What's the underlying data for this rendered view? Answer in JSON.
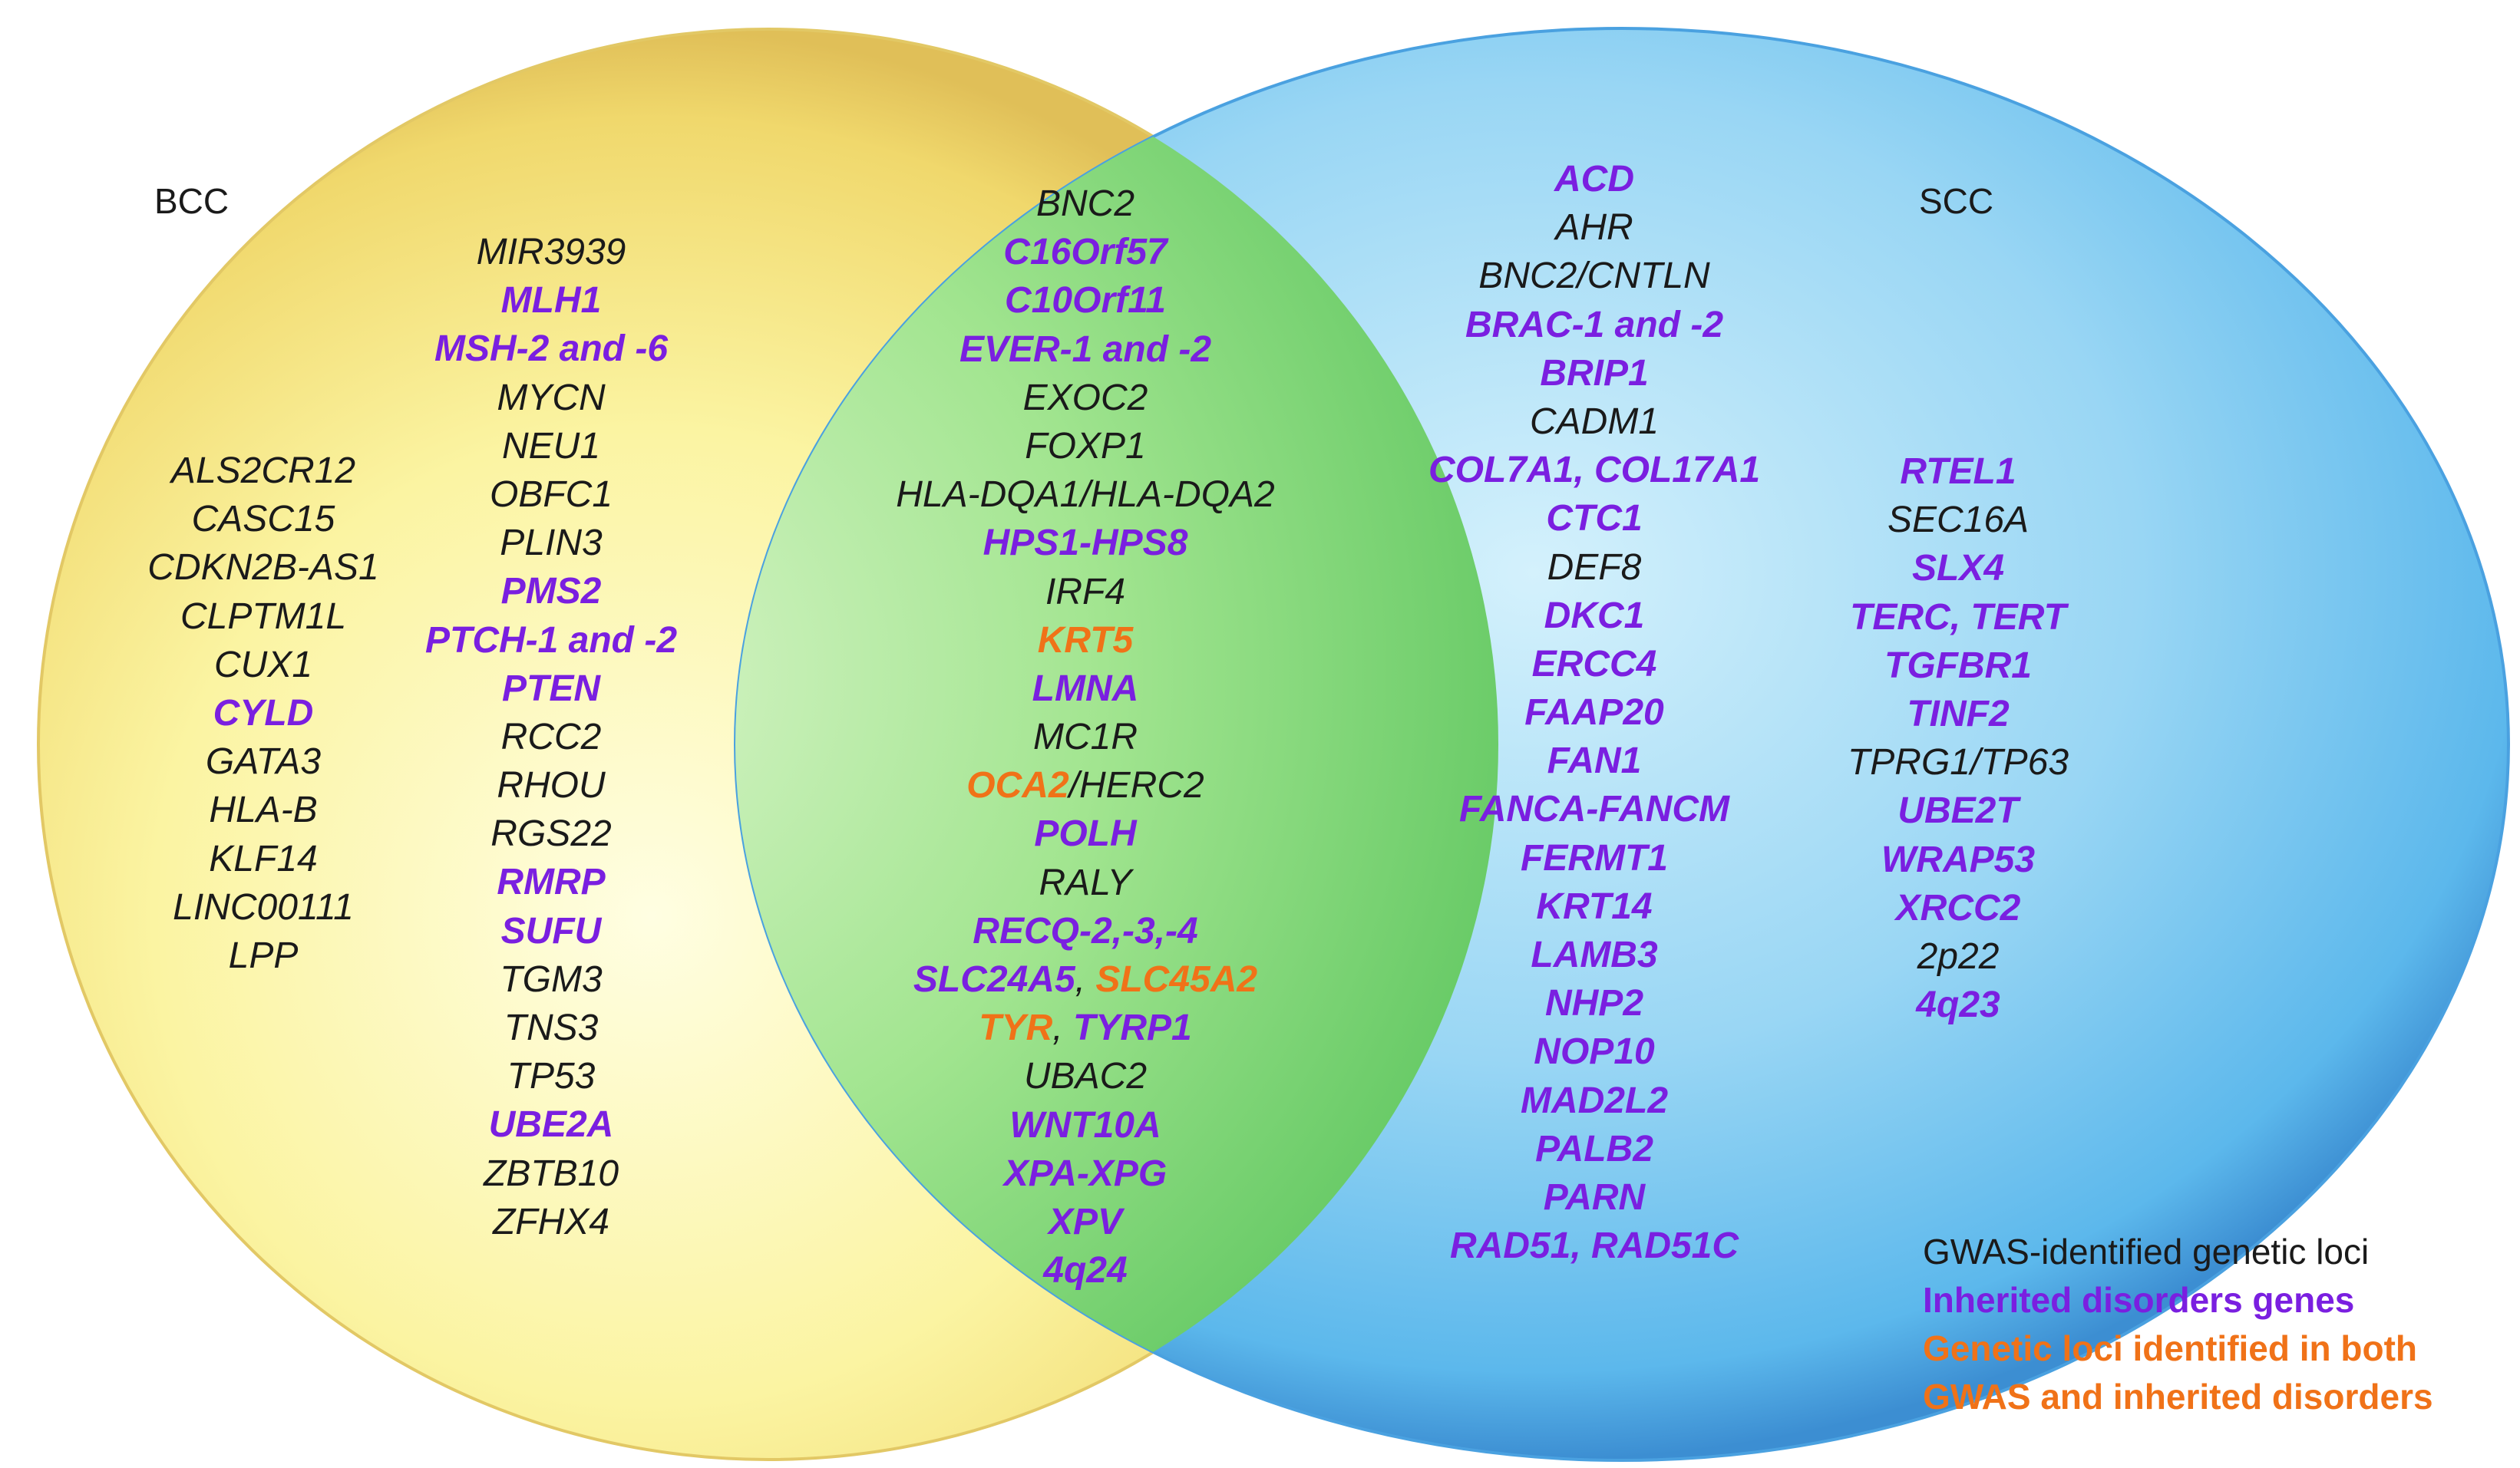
{
  "labels": {
    "left": "BCC",
    "right": "SCC"
  },
  "colors": {
    "bcc_fill": "#f7ec7c",
    "scc_fill": "#5cb8ec",
    "overlap_fill": "#7ad66e",
    "gwas": "#1a1a1a",
    "inherited": "#7a1fe0",
    "both": "#f07218"
  },
  "columns": {
    "bcc_outer": [
      [
        {
          "t": "ALS2CR12",
          "c": "g"
        }
      ],
      [
        {
          "t": "CASC15",
          "c": "g"
        }
      ],
      [
        {
          "t": "CDKN2B-AS1",
          "c": "g"
        }
      ],
      [
        {
          "t": "CLPTM1L",
          "c": "g"
        }
      ],
      [
        {
          "t": "CUX1",
          "c": "g"
        }
      ],
      [
        {
          "t": "CYLD",
          "c": "i"
        }
      ],
      [
        {
          "t": "GATA3",
          "c": "g"
        }
      ],
      [
        {
          "t": "HLA-B",
          "c": "g"
        }
      ],
      [
        {
          "t": "KLF14",
          "c": "g"
        }
      ],
      [
        {
          "t": "LINC00111",
          "c": "g"
        }
      ],
      [
        {
          "t": "LPP",
          "c": "g"
        }
      ]
    ],
    "bcc_inner": [
      [
        {
          "t": "MIR3939",
          "c": "g"
        }
      ],
      [
        {
          "t": "MLH1",
          "c": "i"
        }
      ],
      [
        {
          "t": "MSH-2 and -6",
          "c": "i"
        }
      ],
      [
        {
          "t": "MYCN",
          "c": "g"
        }
      ],
      [
        {
          "t": "NEU1",
          "c": "g"
        }
      ],
      [
        {
          "t": "OBFC1",
          "c": "g"
        }
      ],
      [
        {
          "t": "PLIN3",
          "c": "g"
        }
      ],
      [
        {
          "t": "PMS2",
          "c": "i"
        }
      ],
      [
        {
          "t": "PTCH-1 and -2",
          "c": "i"
        }
      ],
      [
        {
          "t": "PTEN",
          "c": "i"
        }
      ],
      [
        {
          "t": "RCC2",
          "c": "g"
        }
      ],
      [
        {
          "t": "RHOU",
          "c": "g"
        }
      ],
      [
        {
          "t": "RGS22",
          "c": "g"
        }
      ],
      [
        {
          "t": "RMRP",
          "c": "i"
        }
      ],
      [
        {
          "t": "SUFU",
          "c": "i"
        }
      ],
      [
        {
          "t": "TGM3",
          "c": "g"
        }
      ],
      [
        {
          "t": "TNS3",
          "c": "g"
        }
      ],
      [
        {
          "t": "TP53",
          "c": "g"
        }
      ],
      [
        {
          "t": "UBE2A",
          "c": "i"
        }
      ],
      [
        {
          "t": "ZBTB10",
          "c": "g"
        }
      ],
      [
        {
          "t": "ZFHX4",
          "c": "g"
        }
      ]
    ],
    "overlap": [
      [
        {
          "t": "BNC2",
          "c": "g"
        }
      ],
      [
        {
          "t": "C16Orf57",
          "c": "i"
        }
      ],
      [
        {
          "t": "C10Orf11",
          "c": "i"
        }
      ],
      [
        {
          "t": "EVER-1 and -2",
          "c": "i"
        }
      ],
      [
        {
          "t": "EXOC2",
          "c": "g"
        }
      ],
      [
        {
          "t": "FOXP1",
          "c": "g"
        }
      ],
      [
        {
          "t": "HLA-DQA1/HLA-DQA2",
          "c": "g"
        }
      ],
      [
        {
          "t": "HPS1-HPS8",
          "c": "i"
        }
      ],
      [
        {
          "t": "IRF4",
          "c": "g"
        }
      ],
      [
        {
          "t": "KRT5",
          "c": "b"
        }
      ],
      [
        {
          "t": "LMNA",
          "c": "i"
        }
      ],
      [
        {
          "t": "MC1R",
          "c": "g"
        }
      ],
      [
        {
          "t": "OCA2",
          "c": "b"
        },
        {
          "t": "/HERC2",
          "c": "g"
        }
      ],
      [
        {
          "t": "POLH",
          "c": "i"
        }
      ],
      [
        {
          "t": "RALY",
          "c": "g"
        }
      ],
      [
        {
          "t": "RECQ-2,-3,-4",
          "c": "i"
        }
      ],
      [
        {
          "t": "SLC24A5",
          "c": "i"
        },
        {
          "t": ", ",
          "c": "g"
        },
        {
          "t": "SLC45A2",
          "c": "b"
        }
      ],
      [
        {
          "t": "TYR",
          "c": "b"
        },
        {
          "t": ", ",
          "c": "g"
        },
        {
          "t": "TYRP1",
          "c": "i"
        }
      ],
      [
        {
          "t": "UBAC2",
          "c": "g"
        }
      ],
      [
        {
          "t": "WNT10A",
          "c": "i"
        }
      ],
      [
        {
          "t": "XPA-XPG",
          "c": "i"
        }
      ],
      [
        {
          "t": "XPV",
          "c": "i"
        }
      ],
      [
        {
          "t": "4q24",
          "c": "i"
        }
      ]
    ],
    "scc_inner": [
      [
        {
          "t": "ACD",
          "c": "i"
        }
      ],
      [
        {
          "t": "AHR",
          "c": "g"
        }
      ],
      [
        {
          "t": "BNC2/CNTLN",
          "c": "g"
        }
      ],
      [
        {
          "t": "BRAC-1 and -2",
          "c": "i"
        }
      ],
      [
        {
          "t": "BRIP1",
          "c": "i"
        }
      ],
      [
        {
          "t": "CADM1",
          "c": "g"
        }
      ],
      [
        {
          "t": "COL7A1, COL17A1",
          "c": "i"
        }
      ],
      [
        {
          "t": "CTC1",
          "c": "i"
        }
      ],
      [
        {
          "t": "DEF8",
          "c": "g"
        }
      ],
      [
        {
          "t": "DKC1",
          "c": "i"
        }
      ],
      [
        {
          "t": "ERCC4",
          "c": "i"
        }
      ],
      [
        {
          "t": "FAAP20",
          "c": "i"
        }
      ],
      [
        {
          "t": "FAN1",
          "c": "i"
        }
      ],
      [
        {
          "t": "FANCA-FANCM",
          "c": "i"
        }
      ],
      [
        {
          "t": "FERMT1",
          "c": "i"
        }
      ],
      [
        {
          "t": "KRT14",
          "c": "i"
        }
      ],
      [
        {
          "t": "LAMB3",
          "c": "i"
        }
      ],
      [
        {
          "t": "NHP2",
          "c": "i"
        }
      ],
      [
        {
          "t": "NOP10",
          "c": "i"
        }
      ],
      [
        {
          "t": "MAD2L2",
          "c": "i"
        }
      ],
      [
        {
          "t": "PALB2",
          "c": "i"
        }
      ],
      [
        {
          "t": "PARN",
          "c": "i"
        }
      ],
      [
        {
          "t": "RAD51, RAD51C",
          "c": "i"
        }
      ]
    ],
    "scc_outer": [
      [
        {
          "t": "RTEL1",
          "c": "i"
        }
      ],
      [
        {
          "t": "SEC16A",
          "c": "g"
        }
      ],
      [
        {
          "t": "SLX4",
          "c": "i"
        }
      ],
      [
        {
          "t": "TERC, TERT",
          "c": "i"
        }
      ],
      [
        {
          "t": "TGFBR1",
          "c": "i"
        }
      ],
      [
        {
          "t": "TINF2",
          "c": "i"
        }
      ],
      [
        {
          "t": "TPRG1/TP63",
          "c": "g"
        }
      ],
      [
        {
          "t": "UBE2T",
          "c": "i"
        }
      ],
      [
        {
          "t": "WRAP53",
          "c": "i"
        }
      ],
      [
        {
          "t": "XRCC2",
          "c": "i"
        }
      ],
      [
        {
          "t": "2p22",
          "c": "g"
        }
      ],
      [
        {
          "t": "4q23",
          "c": "i"
        }
      ]
    ]
  },
  "legend": {
    "gwas": "GWAS-identified genetic loci",
    "inherited": "Inherited disorders genes",
    "both_line1": "Genetic loci identified in both",
    "both_line2": "GWAS and inherited disorders"
  }
}
